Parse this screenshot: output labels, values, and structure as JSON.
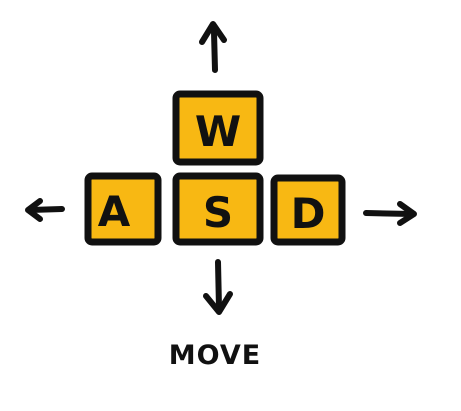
{
  "keys": {
    "w": "W",
    "a": "A",
    "s": "S",
    "d": "D"
  },
  "caption": "MOVE",
  "colors": {
    "key_fill": "#f8b813",
    "ink": "#111111",
    "background": "#ffffff"
  },
  "icons": {
    "up": "arrow-up-icon",
    "down": "arrow-down-icon",
    "left": "arrow-left-icon",
    "right": "arrow-right-icon"
  }
}
